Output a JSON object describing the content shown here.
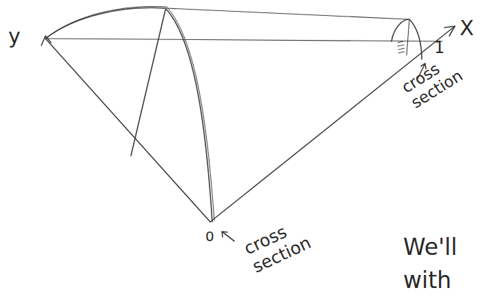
{
  "diagram": {
    "labels": [
      "y",
      "X",
      "1",
      "cross section",
      "0",
      "cross section",
      "We'll with"
    ]
  }
}
